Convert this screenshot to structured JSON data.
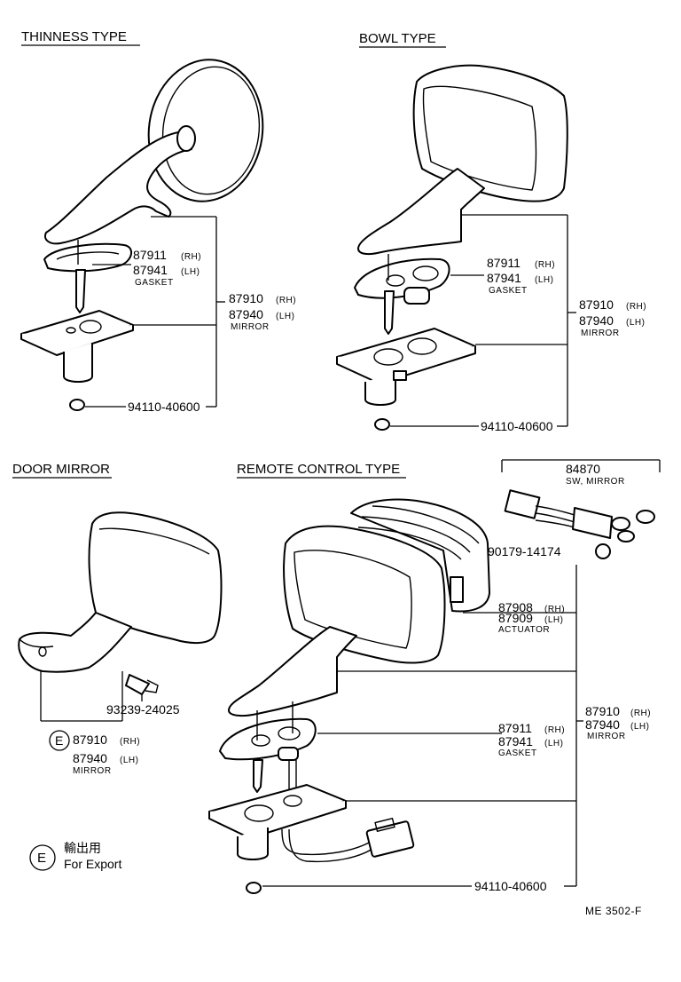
{
  "sections": {
    "thinness": "THINNESS TYPE",
    "bowl": "BOWL TYPE",
    "door": "DOOR MIRROR",
    "remote": "REMOTE CONTROL TYPE"
  },
  "thinness": {
    "gasket_rh": "87911",
    "gasket_rh_tag": "(RH)",
    "gasket_lh": "87941",
    "gasket_lh_tag": "(LH)",
    "gasket_label": "GASKET",
    "mirror_rh": "87910",
    "mirror_rh_tag": "(RH)",
    "mirror_lh": "87940",
    "mirror_lh_tag": "(LH)",
    "mirror_label": "MIRROR",
    "nut": "94110-40600"
  },
  "bowl": {
    "gasket_rh": "87911",
    "gasket_rh_tag": "(RH)",
    "gasket_lh": "87941",
    "gasket_lh_tag": "(LH)",
    "gasket_label": "GASKET",
    "mirror_rh": "87910",
    "mirror_rh_tag": "(RH)",
    "mirror_lh": "87940",
    "mirror_lh_tag": "(LH)",
    "mirror_label": "MIRROR",
    "nut": "94110-40600"
  },
  "door": {
    "screw": "93239-24025",
    "export_mark": "E",
    "mirror_rh": "87910",
    "mirror_rh_tag": "(RH)",
    "mirror_lh": "87940",
    "mirror_lh_tag": "(LH)",
    "mirror_label": "MIRROR"
  },
  "remote": {
    "switch": "84870",
    "switch_label": "SW, MIRROR",
    "clip": "90179-14174",
    "actuator_rh": "87908",
    "actuator_rh_tag": "(RH)",
    "actuator_lh": "87909",
    "actuator_lh_tag": "(LH)",
    "actuator_label": "ACTUATOR",
    "mirror_rh": "87910",
    "mirror_rh_tag": "(RH)",
    "mirror_lh": "87940",
    "mirror_lh_tag": "(LH)",
    "mirror_label": "MIRROR",
    "gasket_rh": "87911",
    "gasket_rh_tag": "(RH)",
    "gasket_lh": "87941",
    "gasket_lh_tag": "(LH)",
    "gasket_label": "GASKET",
    "nut": "94110-40600"
  },
  "legend": {
    "mark": "E",
    "japanese": "輸出用",
    "english": "For Export"
  },
  "drawing_code": "ME 3502-F"
}
